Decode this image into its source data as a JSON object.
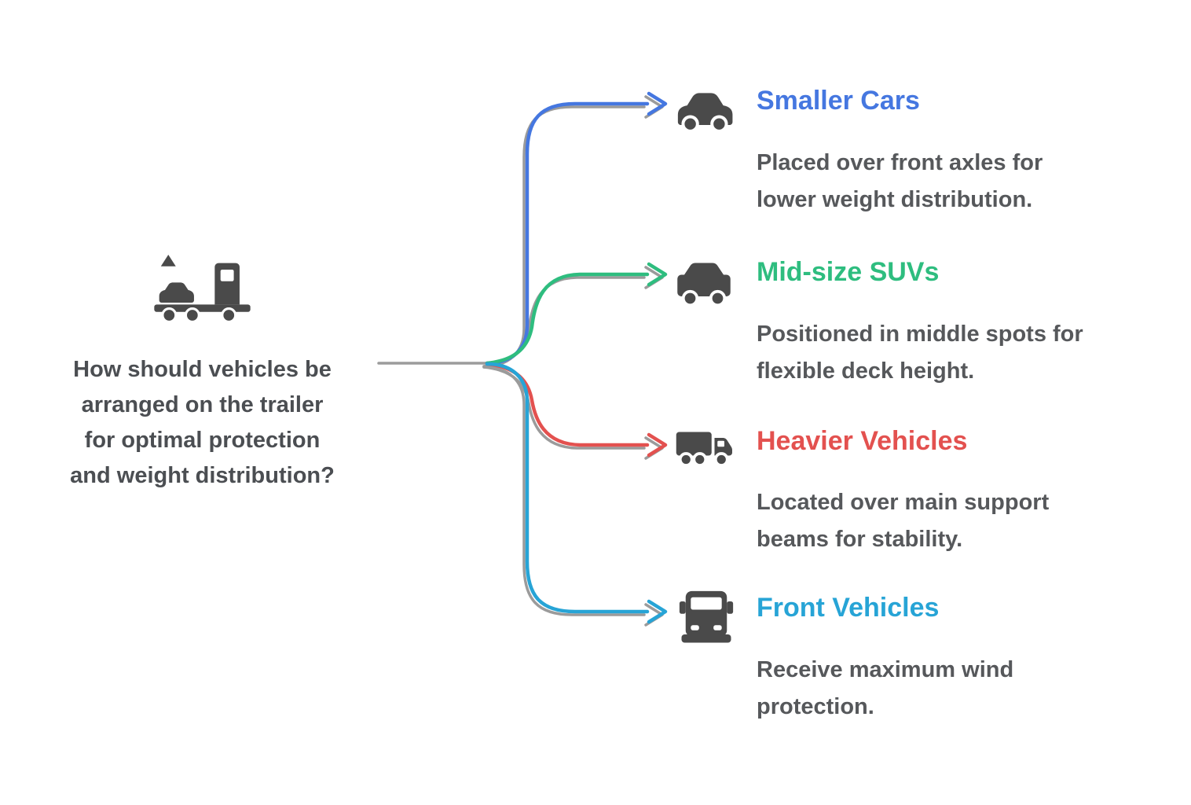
{
  "diagram": {
    "center": {
      "icon": "car-carrier-icon",
      "question": "How should vehicles be arranged on the trailer for optimal protection and weight distribution?"
    },
    "colors": {
      "connector_gray": "#9b9b9b",
      "icon_gray": "#4a4a4a",
      "question_text": "#4b4e52",
      "body_text": "#56585b"
    },
    "branches": [
      {
        "title": "Smaller Cars",
        "description": "Placed over front axles for lower weight distribution.",
        "color": "#4577e0",
        "icon": "car-icon"
      },
      {
        "title": "Mid-size SUVs",
        "description": "Positioned in middle spots for flexible deck height.",
        "color": "#2ebd7f",
        "icon": "suv-icon"
      },
      {
        "title": "Heavier Vehicles",
        "description": "Located over main support beams for stability.",
        "color": "#e3514f",
        "icon": "heavy-truck-icon"
      },
      {
        "title": "Front Vehicles",
        "description": "Receive maximum wind protection.",
        "color": "#27a4d6",
        "icon": "truck-front-icon"
      }
    ]
  }
}
